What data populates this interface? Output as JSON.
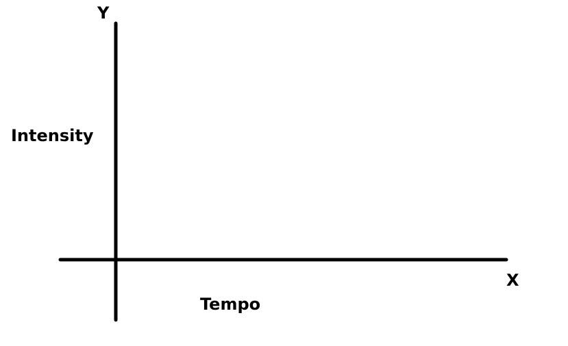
{
  "diagram": {
    "y_axis": {
      "letter": "Y",
      "label": "Intensity"
    },
    "x_axis": {
      "letter": "X",
      "label": "Tempo"
    },
    "line_color": "#000000",
    "background_color": "#ffffff"
  }
}
